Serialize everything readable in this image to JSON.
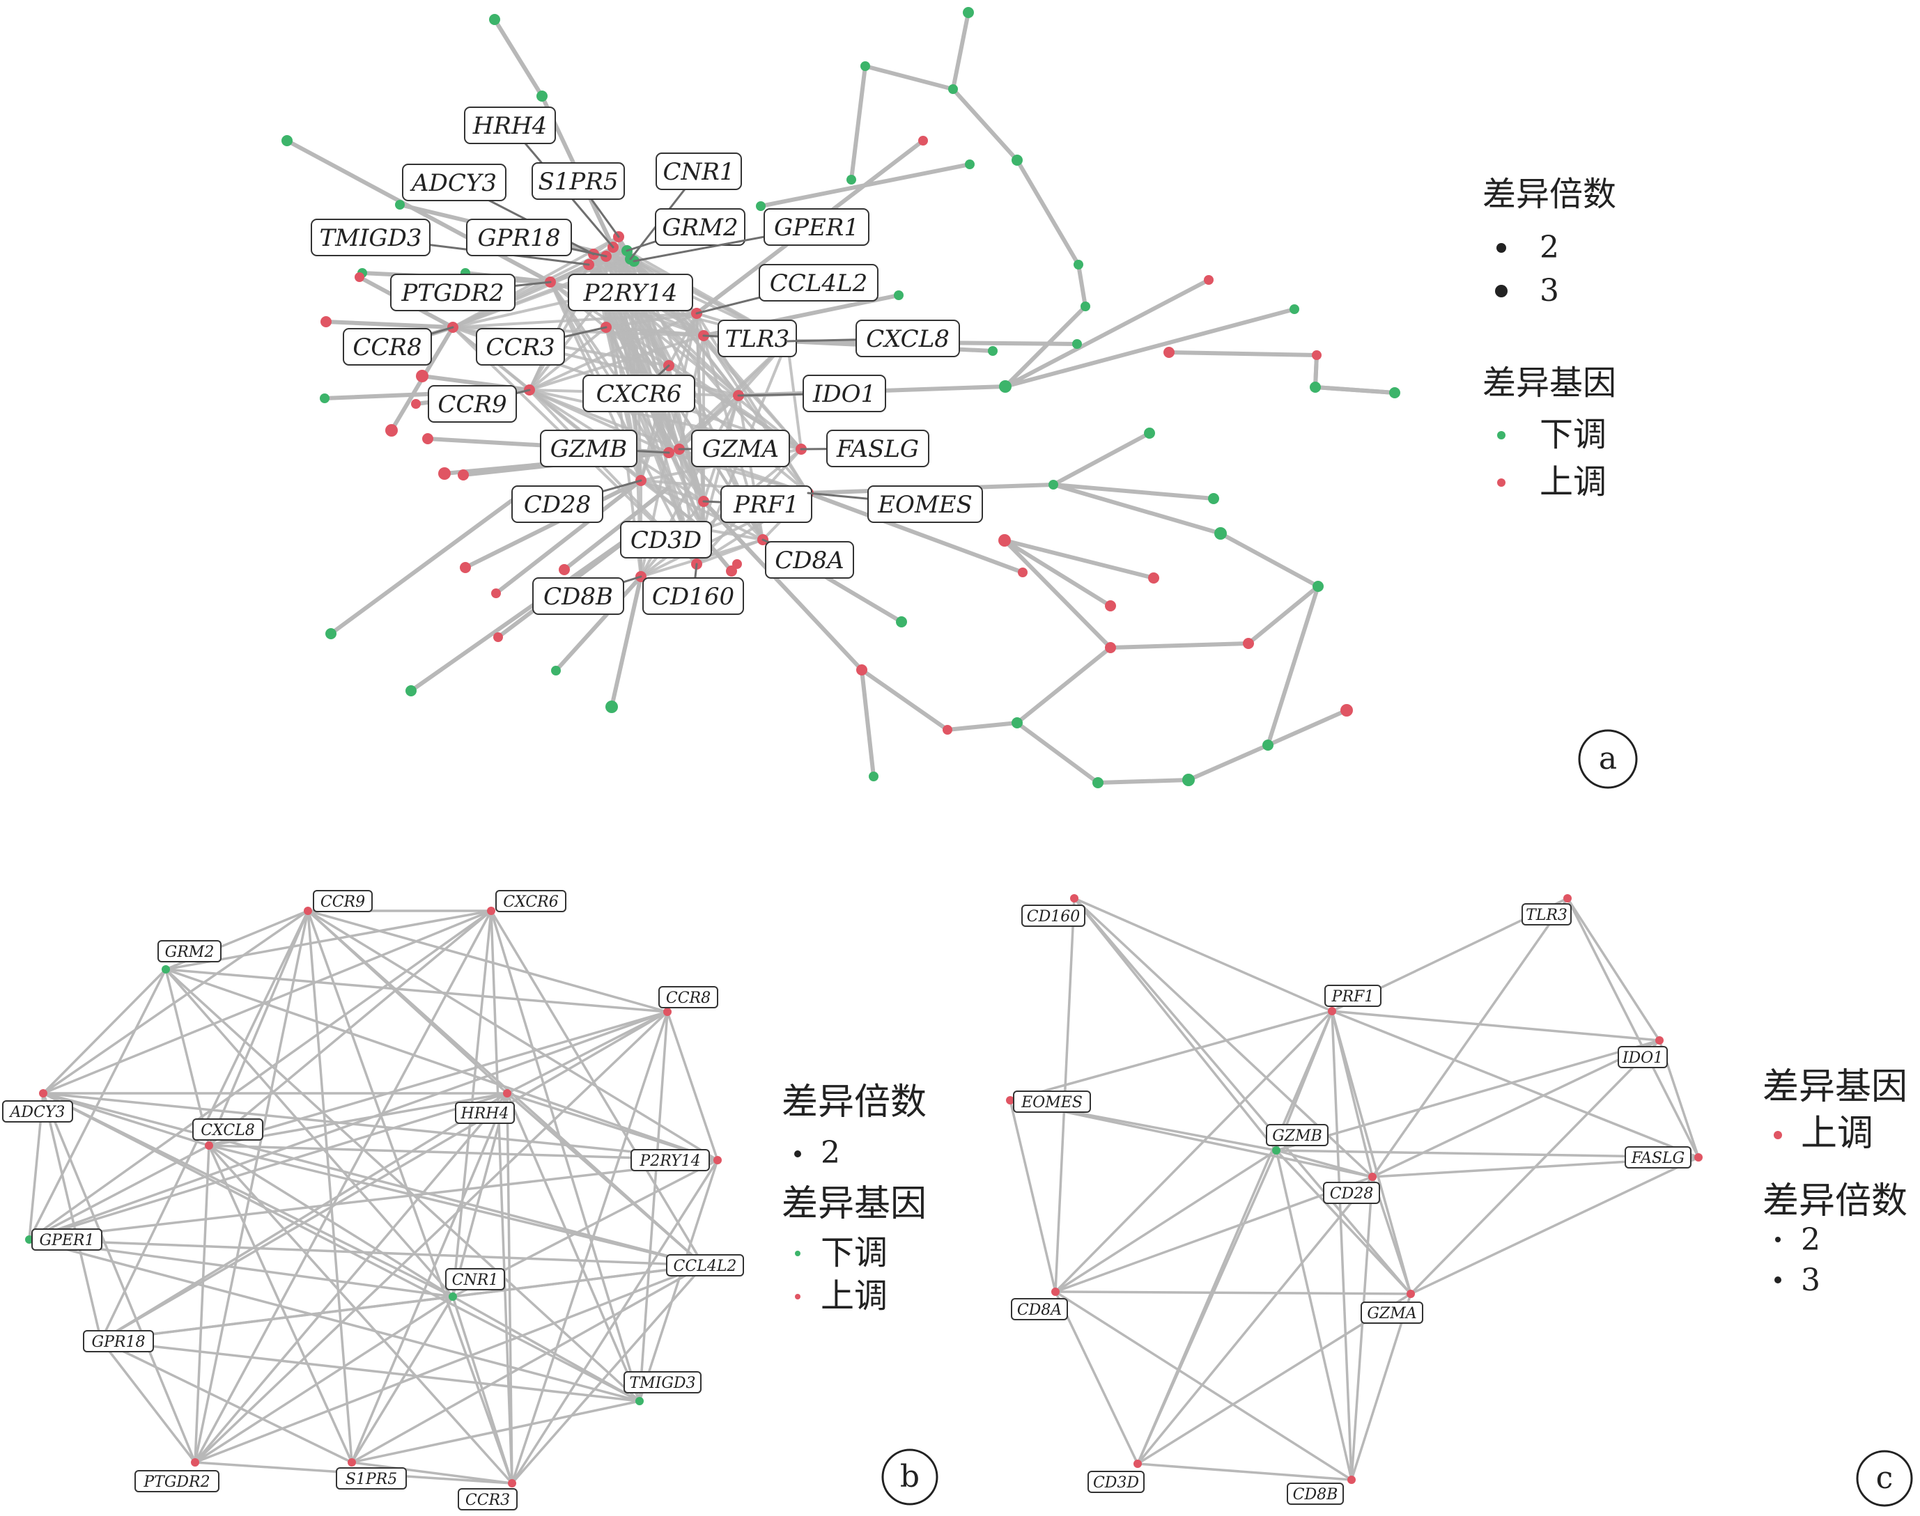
{
  "colors": {
    "down": "#3cb46a",
    "up": "#e05563",
    "edge": "#b8b8b8"
  },
  "panels": {
    "a": {
      "letter": "a",
      "legend": {
        "fc_title": "差异倍数",
        "fc_items": [
          "2",
          "3"
        ],
        "deg_title": "差异基因",
        "deg_items": [
          "下调",
          "上调"
        ]
      },
      "genes": [
        "HRH4",
        "ADCY3",
        "S1PR5",
        "CNR1",
        "TMIGD3",
        "GPR18",
        "GRM2",
        "GPER1",
        "PTGDR2",
        "P2RY14",
        "CCL4L2",
        "CCR8",
        "CCR3",
        "TLR3",
        "CXCL8",
        "CCR9",
        "CXCR6",
        "IDO1",
        "GZMB",
        "GZMA",
        "FASLG",
        "CD28",
        "PRF1",
        "EOMES",
        "CD3D",
        "CD8A",
        "CD8B",
        "CD160"
      ]
    },
    "b": {
      "letter": "b",
      "legend": {
        "fc_title": "差异倍数",
        "fc_items": [
          "2"
        ],
        "deg_title": "差异基因",
        "deg_items": [
          "下调",
          "上调"
        ]
      },
      "genes": [
        "CCR9",
        "CXCR6",
        "GRM2",
        "CCR8",
        "ADCY3",
        "HRH4",
        "CXCL8",
        "P2RY14",
        "GPER1",
        "CNR1",
        "CCL4L2",
        "GPR18",
        "TMIGD3",
        "PTGDR2",
        "S1PR5",
        "CCR3"
      ]
    },
    "c": {
      "letter": "c",
      "legend": {
        "deg_title": "差异基因",
        "deg_items": [
          "上调"
        ],
        "fc_title": "差异倍数",
        "fc_items": [
          "2",
          "3"
        ]
      },
      "genes": [
        "CD160",
        "TLR3",
        "PRF1",
        "IDO1",
        "EOMES",
        "GZMB",
        "FASLG",
        "CD28",
        "CD8A",
        "GZMA",
        "CD3D",
        "CD8B"
      ]
    }
  }
}
